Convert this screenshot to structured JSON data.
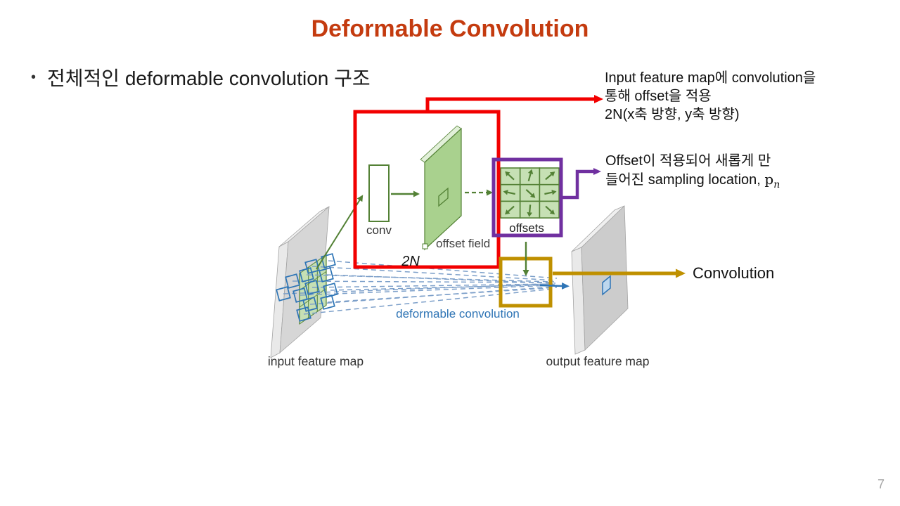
{
  "slide": {
    "title": "Deformable Convolution",
    "bullet_marker": "•",
    "bullet": "전체적인 deformable convolution 구조",
    "page_number": "7"
  },
  "annotations": {
    "offset_note": {
      "lines": [
        "Input feature map에 convolution을",
        "통해 offset을 적용",
        "2N(x축 방향, y축 방향)"
      ]
    },
    "sampling_note": {
      "lines": [
        "Offset이 적용되어 새롭게 만",
        "들어진 sampling location,"
      ],
      "math_base": "p",
      "math_sub": "n"
    },
    "convolution_label": "Convolution"
  },
  "diagram": {
    "labels": {
      "conv": "conv",
      "offset_field": "offset field",
      "two_n": "2N",
      "offsets": "offsets",
      "input_map": "input feature map",
      "output_map": "output feature map",
      "deformable_convolution": "deformable convolution"
    },
    "offsets_grid": {
      "rows": 3,
      "cols": 3,
      "arrows": [
        "up-left",
        "up",
        "up-right",
        "left",
        "down-right",
        "right",
        "down-left",
        "down",
        "down-right"
      ]
    },
    "colors": {
      "title_red": "#C43B0F",
      "highlight_red": "#F20000",
      "highlight_purple": "#7030A0",
      "highlight_gold": "#BF9000",
      "green_dark": "#538135",
      "green_light": "#C6E0B4",
      "green_mid": "#A9D18E",
      "blue": "#2E75B6",
      "blue_dashed": "#7C9FC9",
      "text_blue": "#2E74B5",
      "slab_gray": "#D6D6D6",
      "page_gray": "#A6A6A6"
    }
  }
}
